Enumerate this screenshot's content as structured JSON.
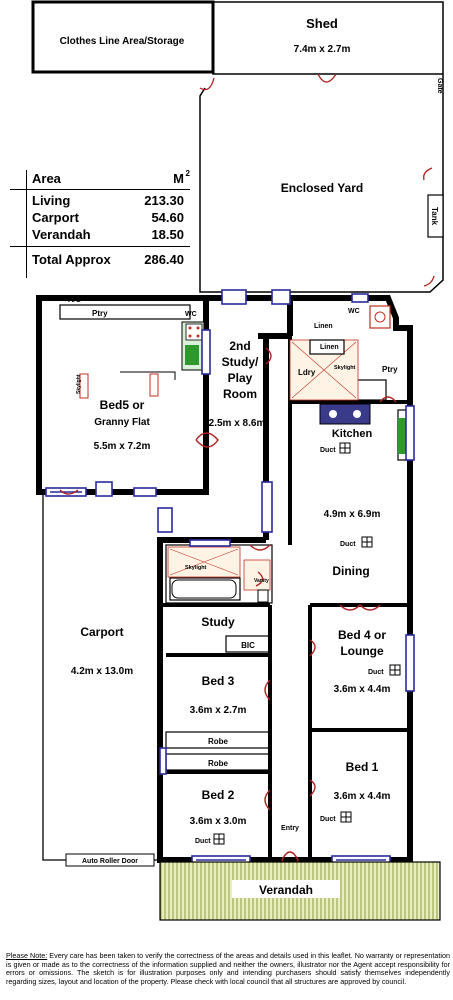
{
  "rooms": {
    "clothes_line": "Clothes Line Area/Storage",
    "shed": "Shed",
    "shed_dim": "7.4m x 2.7m",
    "gate": "Gate",
    "enclosed_yard": "Enclosed Yard",
    "tank": "Tank",
    "ac": "A/C",
    "ptry_flat": "Ptry",
    "wc_flat": "WC",
    "bed5_line1": "Bed5 or",
    "bed5_line2": "Granny Flat",
    "bed5_dim": "5.5m x 7.2m",
    "study2_line1": "2nd",
    "study2_line2": "Study/",
    "study2_line3": "Play",
    "study2_line4": "Room",
    "study2_dim": "2.5m x 8.6m",
    "linen1": "Linen",
    "linen2": "Linen",
    "wc": "WC",
    "ldry": "Ldry",
    "skylight1": "Skylight",
    "ptry": "Ptry",
    "kitchen": "Kitchen",
    "duct_kitchen": "Duct",
    "kitchen_dining_dim": "4.9m x 6.9m",
    "duct_dining": "Duct",
    "dining": "Dining",
    "skylight2": "Skylight",
    "vanity": "Vanity",
    "carport": "Carport",
    "carport_dim": "4.2m x 13.0m",
    "study": "Study",
    "bic": "BIC",
    "bed4_line1": "Bed 4 or",
    "bed4_line2": "Lounge",
    "duct_bed4": "Duct",
    "bed4_dim": "3.6m x 4.4m",
    "bed3": "Bed 3",
    "bed3_dim": "3.6m x 2.7m",
    "robe1": "Robe",
    "robe2": "Robe",
    "bed1": "Bed 1",
    "bed1_dim": "3.6m x 4.4m",
    "duct_bed1": "Duct",
    "bed2": "Bed 2",
    "bed2_dim": "3.6m x 3.0m",
    "duct_bed2": "Duct",
    "entry": "Entry",
    "auto_roller_door": "Auto Roller Door",
    "verandah": "Verandah",
    "skylight_flat": "Skylight"
  },
  "area_table": {
    "header_label": "Area",
    "header_unit": "M",
    "header_sup": "2",
    "rows": [
      {
        "label": "Living",
        "value": "213.30"
      },
      {
        "label": "Carport",
        "value": "54.60"
      },
      {
        "label": "Verandah",
        "value": "18.50"
      }
    ],
    "total_label": "Total Approx",
    "total_value": "286.40"
  },
  "disclaimer": {
    "heading": "Please Note:",
    "body": " Every care has been taken to verify the correctness of the areas and details used in this leaflet. No warranty or representation is given or made as to the correctness of the information supplied and neither the owners, illustrator nor the Agent accept responsibility for errors or omissions. The sketch is for illustration purposes only and intending purchasers should satisfy themselves independently regarding sizes, layout and location of the property. Please check with local council that all structures are approved by council."
  },
  "colors": {
    "wall": "#000000",
    "window": "#2a2aa0",
    "door_arc": "#b02020",
    "verandah_fill": "#e8eec0",
    "verandah_hatch": "#7a8a20",
    "skylight": "#c03020",
    "appliance_green": "#2e9a2e"
  }
}
